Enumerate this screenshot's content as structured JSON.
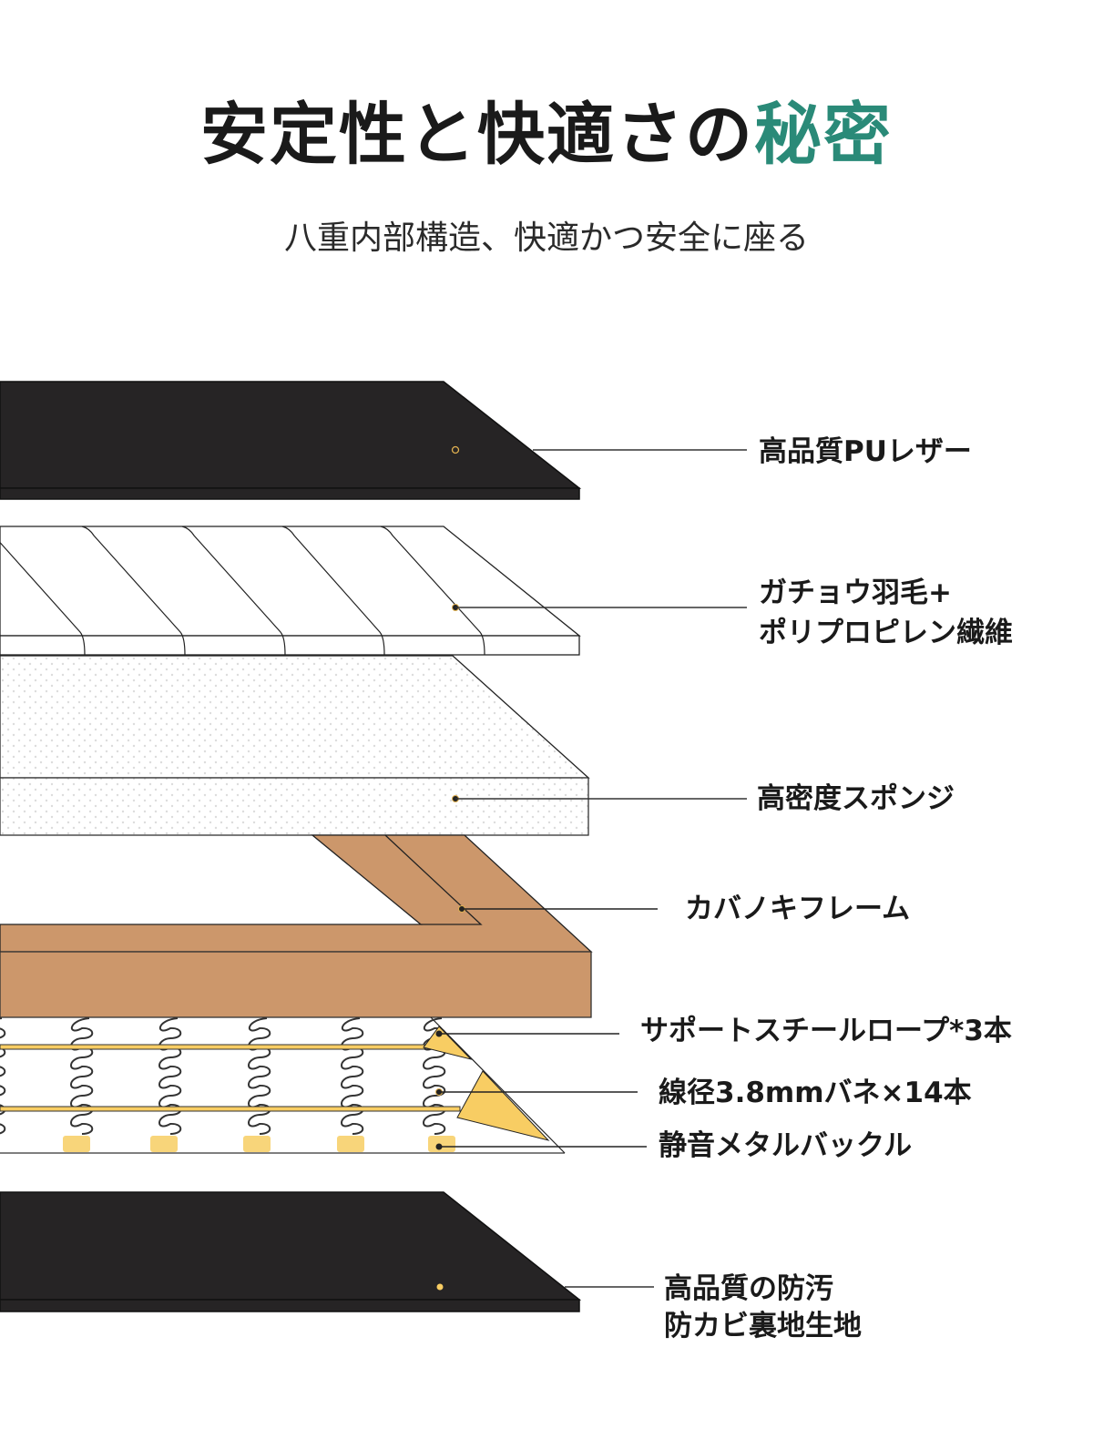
{
  "header": {
    "title_main": "安定性と快適さの",
    "title_accent": "秘密",
    "subtitle": "八重内部構造、快適かつ安全に座る"
  },
  "colors": {
    "accent": "#2a8a78",
    "leather": "#262425",
    "wood": "#cc976b",
    "yellow": "#f8cd63"
  },
  "layers": [
    {
      "label_lines": [
        "高品質PUレザー"
      ]
    },
    {
      "label_lines": [
        "ガチョウ羽毛+",
        "ポリプロピレン繊維"
      ]
    },
    {
      "label_lines": [
        "高密度スポンジ"
      ]
    },
    {
      "label_lines": [
        "カバノキフレーム"
      ]
    },
    {
      "label_lines": [
        "サポートスチールロープ*3本"
      ]
    },
    {
      "label_lines": [
        "線径3.8mmバネ×14本"
      ]
    },
    {
      "label_lines": [
        "静音メタルバックル"
      ]
    },
    {
      "label_lines": [
        "高品質の防汚",
        "防カビ裏地生地"
      ]
    }
  ]
}
